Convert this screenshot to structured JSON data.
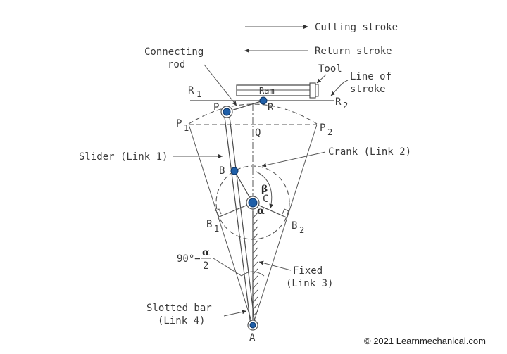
{
  "legend": {
    "cutting": "Cutting stroke",
    "return": "Return stroke"
  },
  "labels": {
    "connecting_rod_1": "Connecting",
    "connecting_rod_2": "rod",
    "ram": "Ram",
    "tool": "Tool",
    "line_of_stroke_1": "Line of",
    "line_of_stroke_2": "stroke",
    "r1": "R",
    "r1_sub": "1",
    "r2": "R",
    "r2_sub": "2",
    "p": "P",
    "r": "R",
    "p1": "P",
    "p1_sub": "1",
    "p2": "P",
    "p2_sub": "2",
    "q": "Q",
    "slider": "Slider (Link 1)",
    "crank": "Crank (Link 2)",
    "b": "B",
    "beta": "β",
    "c": "C",
    "alpha": "α",
    "b1": "B",
    "b1_sub": "1",
    "b2": "B",
    "b2_sub": "2",
    "angle_90": "90°−",
    "angle_alpha": "α",
    "angle_two": "2",
    "fixed_1": "Fixed",
    "fixed_2": "(Link 3)",
    "slotted_1": "Slotted bar",
    "slotted_2": "(Link 4)",
    "a": "A",
    "copyright": "© 2021 Learnmechanical.com"
  },
  "colors": {
    "pin": "#1f5fa8",
    "line": "#4a4a4a"
  }
}
